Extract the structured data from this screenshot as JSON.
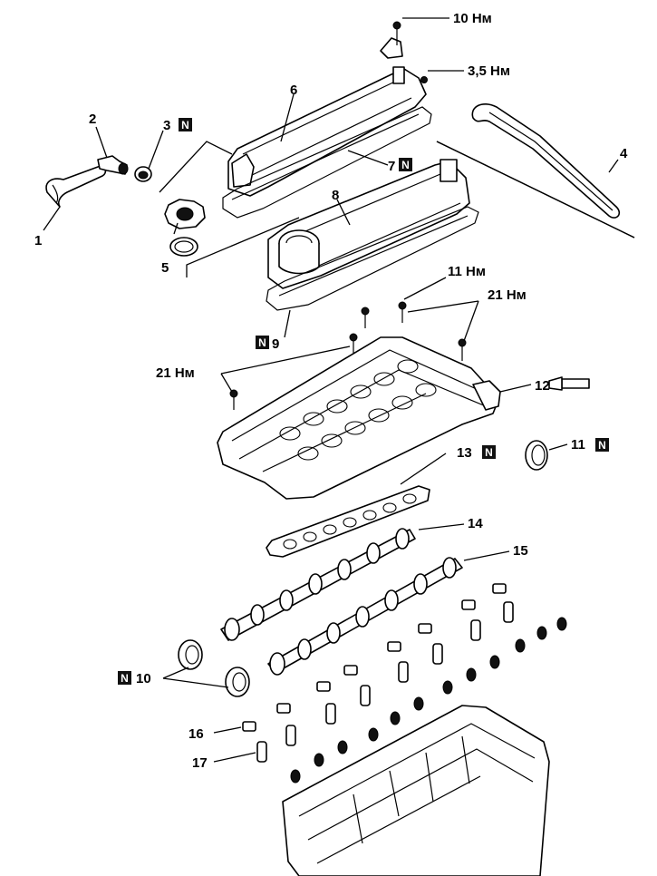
{
  "labels": {
    "l1": "1",
    "l2": "2",
    "l3": "3",
    "l4": "4",
    "l5": "5",
    "l6": "6",
    "l7": "7",
    "l8": "8",
    "l9": "9",
    "l10_top": "10 Нм",
    "l35": "3,5 Нм",
    "l11nm": "11 Нм",
    "l21_right": "21 Нм",
    "l21_left": "21 Нм",
    "l12": "12",
    "l11": "11",
    "l13": "13",
    "l14": "14",
    "l15": "15",
    "l10_seal": "10",
    "l16": "16",
    "l17": "17"
  },
  "badge": "N"
}
